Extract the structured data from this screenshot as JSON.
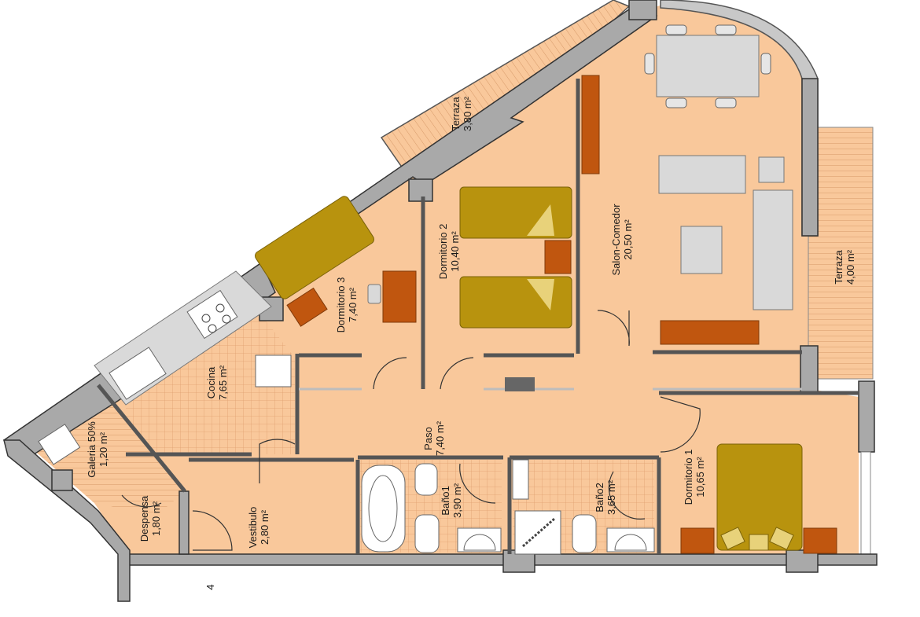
{
  "plan": {
    "marker": "4",
    "rooms": [
      {
        "name": "Terraza",
        "area": "3,80 m²"
      },
      {
        "name": "Dormitorio 2",
        "area": "10,40 m²"
      },
      {
        "name": "Salon-Comedor",
        "area": "20,50 m²"
      },
      {
        "name": "Terraza",
        "area": "4,00 m²"
      },
      {
        "name": "Dormitorio 3",
        "area": "7,40 m²"
      },
      {
        "name": "Cocina",
        "area": "7,65 m²"
      },
      {
        "name": "Galeria 50%",
        "area": "1,20 m²"
      },
      {
        "name": "Despensa",
        "area": "1,80 m²"
      },
      {
        "name": "Vestibulo",
        "area": "2,80 m²"
      },
      {
        "name": "Paso",
        "area": "7,40 m²"
      },
      {
        "name": "Baño1",
        "area": "3,90 m²"
      },
      {
        "name": "Baño2",
        "area": "3,65 m²"
      },
      {
        "name": "Dormitorio 1",
        "area": "10,65 m²"
      }
    ],
    "colors": {
      "floor": "#F9C89B",
      "wall": "#A9A9A9",
      "furniture_olive": "#B8930E",
      "furniture_rust": "#C0560F"
    }
  }
}
